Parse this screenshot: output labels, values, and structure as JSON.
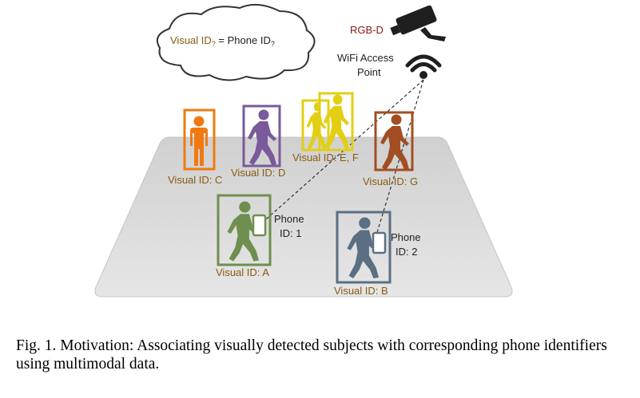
{
  "cloud": {
    "text_prefix": "Visual ID",
    "text_mid": " = Phone ID",
    "subscript": "?"
  },
  "camera": {
    "label": "RGB-D"
  },
  "access_point": {
    "label_line1": "WiFi Access",
    "label_line2": "Point"
  },
  "subjects": [
    {
      "label": "Visual ID: C",
      "color": "#f07a12"
    },
    {
      "label": "Visual ID: D",
      "color": "#7a5a9a"
    },
    {
      "label": "Visual ID: E, F",
      "color": "#e2cf14"
    },
    {
      "label": "Visual ID: G",
      "color": "#a24e22"
    },
    {
      "label": "Visual ID: A",
      "color": "#6f8f4f"
    },
    {
      "label": "Visual ID: B",
      "color": "#5a6f82"
    }
  ],
  "phones": [
    {
      "line1": "Phone",
      "line2": "ID: 1"
    },
    {
      "line1": "Phone",
      "line2": "ID: 2"
    }
  ],
  "caption": "Fig. 1.  Motivation: Associating visually detected subjects with corresponding phone identifiers using multimodal data."
}
